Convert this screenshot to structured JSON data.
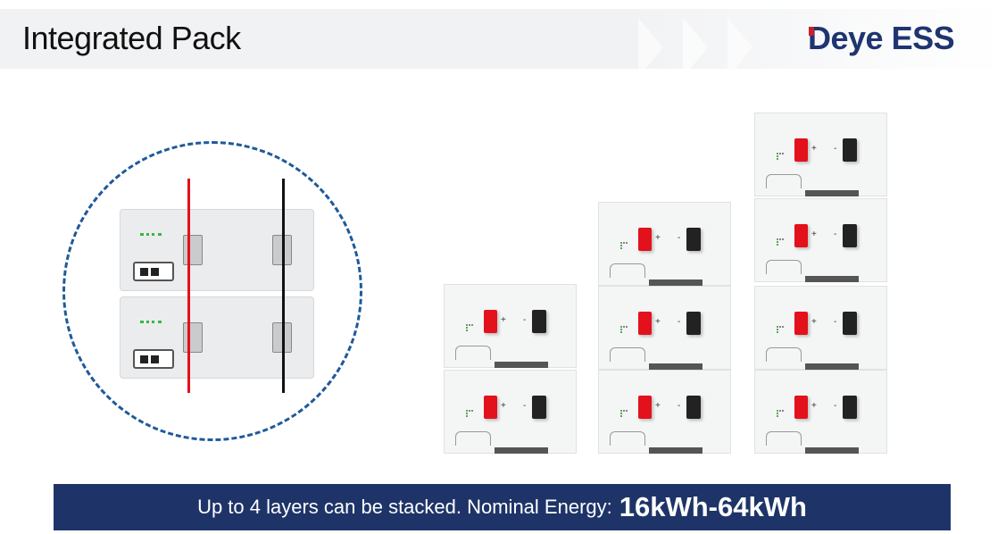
{
  "header": {
    "title": "Integrated Pack",
    "logo": "Deye ESS"
  },
  "banner": {
    "text": "Up to 4 layers can be stacked.  Nominal Energy:",
    "energy": "16kWh-64kWh"
  },
  "module_labels": {
    "plus": "+",
    "minus": "-"
  },
  "colors": {
    "brand": "#1e3468",
    "positive": "#e3111c",
    "negative": "#222222"
  }
}
